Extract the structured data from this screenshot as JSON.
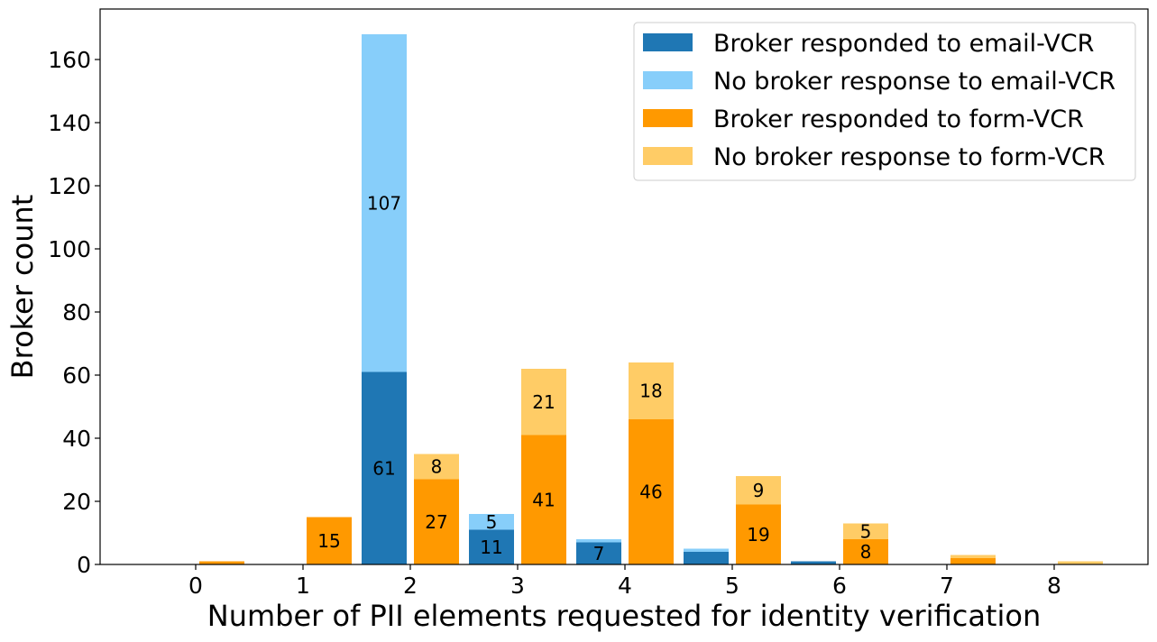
{
  "chart_data": {
    "type": "bar",
    "stacked": true,
    "grouped": true,
    "title": "",
    "xlabel": "Number of PII elements requested for identity verification",
    "ylabel": "Broker count",
    "categories": [
      "0",
      "1",
      "2",
      "3",
      "4",
      "5",
      "6",
      "7",
      "8"
    ],
    "ylim": [
      0,
      176
    ],
    "yticks": [
      0,
      20,
      40,
      60,
      80,
      100,
      120,
      140,
      160
    ],
    "grid": false,
    "legend_position": "top-right",
    "colors": {
      "email_responded": "#1f77b4",
      "email_no_response": "#87cefa",
      "form_responded": "#ff9900",
      "form_no_response": "#ffcc66"
    },
    "groups": [
      {
        "name": "email-VCR",
        "series": [
          {
            "name": "Broker responded to email-VCR",
            "color_key": "email_responded",
            "values": [
              0,
              0,
              61,
              11,
              7,
              4,
              1,
              0,
              0
            ],
            "labels": [
              "",
              "",
              "61",
              "11",
              "7",
              "",
              "",
              "",
              ""
            ]
          },
          {
            "name": "No broker response to email-VCR",
            "color_key": "email_no_response",
            "values": [
              0,
              0,
              107,
              5,
              1,
              1,
              0,
              0,
              0
            ],
            "labels": [
              "",
              "",
              "107",
              "5",
              "",
              "",
              "",
              "",
              ""
            ]
          }
        ]
      },
      {
        "name": "form-VCR",
        "series": [
          {
            "name": "Broker responded to form-VCR",
            "color_key": "form_responded",
            "values": [
              1,
              15,
              27,
              41,
              46,
              19,
              8,
              2,
              0
            ],
            "labels": [
              "",
              "15",
              "27",
              "41",
              "46",
              "19",
              "8",
              "",
              ""
            ]
          },
          {
            "name": "No broker response to form-VCR",
            "color_key": "form_no_response",
            "values": [
              0,
              0,
              8,
              21,
              18,
              9,
              5,
              1,
              1
            ],
            "labels": [
              "",
              "",
              "8",
              "21",
              "18",
              "9",
              "5",
              "",
              ""
            ]
          }
        ]
      }
    ]
  }
}
